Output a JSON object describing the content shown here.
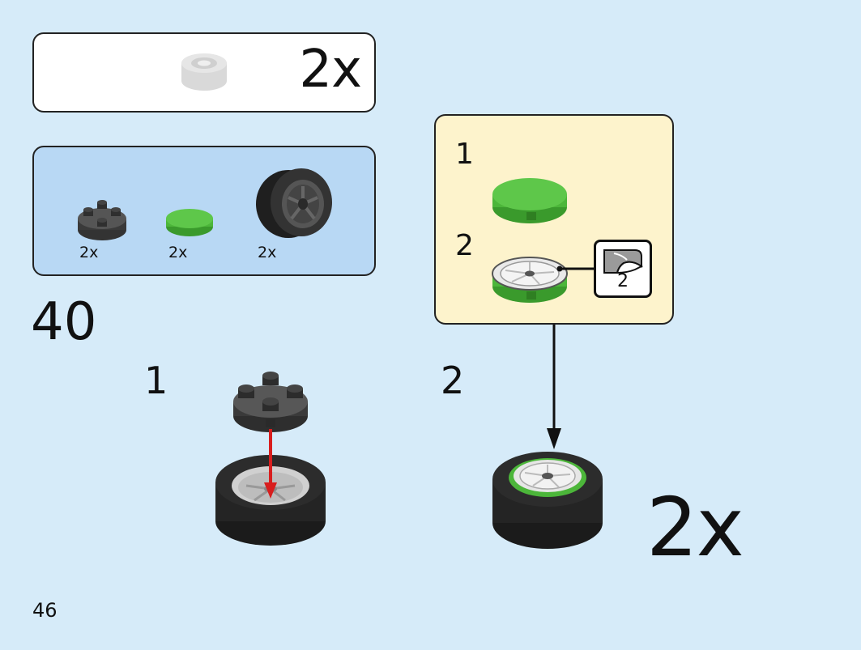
{
  "result": {
    "quantity": "2x"
  },
  "parts": [
    {
      "name": "dark-gray-round-plate",
      "quantity": "2x"
    },
    {
      "name": "bright-green-round-tile",
      "quantity": "2x"
    },
    {
      "name": "black-wheel",
      "quantity": "2x"
    }
  ],
  "step_number": "40",
  "substeps": {
    "first": "1",
    "second": "2"
  },
  "subassembly": {
    "steps": [
      "1",
      "2"
    ],
    "sticker_number": "2"
  },
  "final_quantity": "2x",
  "page_number": "46",
  "colors": {
    "background": "#d6ebf9",
    "parts_panel": "#b8d8f4",
    "subassembly_panel": "#fdf3cc",
    "bright_green": "#5ec74a",
    "dark_gray": "#4a4a4a",
    "black_tire": "#222222",
    "red_arrow": "#d81e1e"
  }
}
